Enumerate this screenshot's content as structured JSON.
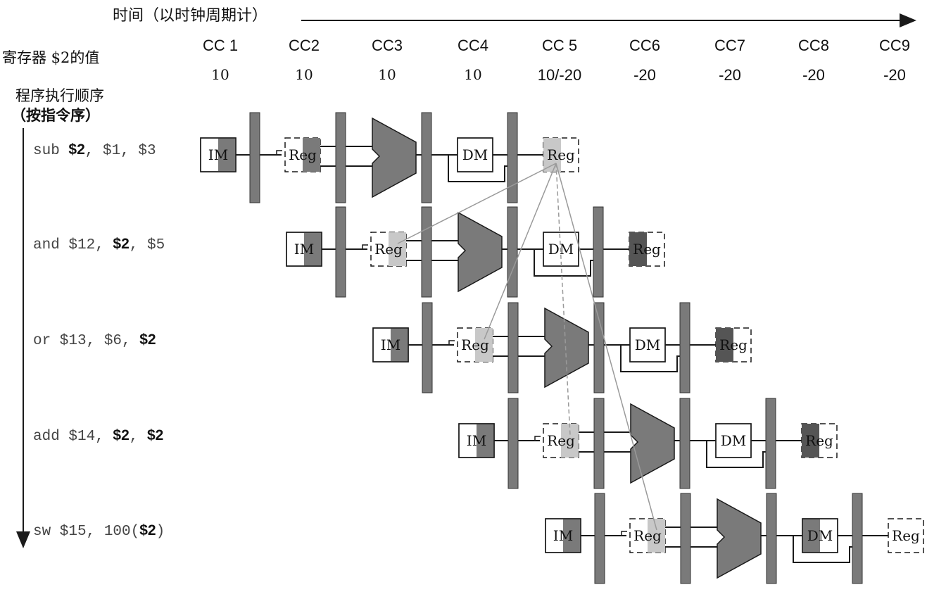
{
  "header": {
    "time_axis_label": "时间（以时钟周期计）",
    "register_value_label": "寄存器 $2的值",
    "program_order_label": "程序执行顺序",
    "program_order_sub_label": "（按指令序）"
  },
  "clock_cycles": [
    {
      "label": "CC 1",
      "value": "10"
    },
    {
      "label": "CC2",
      "value": "10"
    },
    {
      "label": "CC3",
      "value": "10"
    },
    {
      "label": "CC4",
      "value": "10"
    },
    {
      "label": "CC 5",
      "value": "10/-20"
    },
    {
      "label": "CC6",
      "value": "-20"
    },
    {
      "label": "CC7",
      "value": "-20"
    },
    {
      "label": "CC8",
      "value": "-20"
    },
    {
      "label": "CC9",
      "value": "-20"
    }
  ],
  "instructions": [
    {
      "parts": [
        {
          "t": "sub ",
          "b": false
        },
        {
          "t": "$2",
          "b": true
        },
        {
          "t": ", $1, $3",
          "b": false
        }
      ]
    },
    {
      "parts": [
        {
          "t": "and $12, ",
          "b": false
        },
        {
          "t": "$2",
          "b": true
        },
        {
          "t": ", $5",
          "b": false
        }
      ]
    },
    {
      "parts": [
        {
          "t": "or $13, $6, ",
          "b": false
        },
        {
          "t": "$2",
          "b": true
        }
      ]
    },
    {
      "parts": [
        {
          "t": "add $14, ",
          "b": false
        },
        {
          "t": "$2",
          "b": true
        },
        {
          "t": ", ",
          "b": false
        },
        {
          "t": "$2",
          "b": true
        }
      ]
    },
    {
      "parts": [
        {
          "t": "sw $15, 100(",
          "b": false
        },
        {
          "t": "$2",
          "b": true
        },
        {
          "t": ")",
          "b": false
        }
      ]
    }
  ],
  "stages": {
    "im": "IM",
    "reg": "Reg",
    "dm": "DM"
  },
  "colors": {
    "stage_fill": "#7a7a7a",
    "reg_read_highlight": "#c8c8c8",
    "line": "#1a1a1a",
    "forward_line": "#9a9a9a"
  }
}
